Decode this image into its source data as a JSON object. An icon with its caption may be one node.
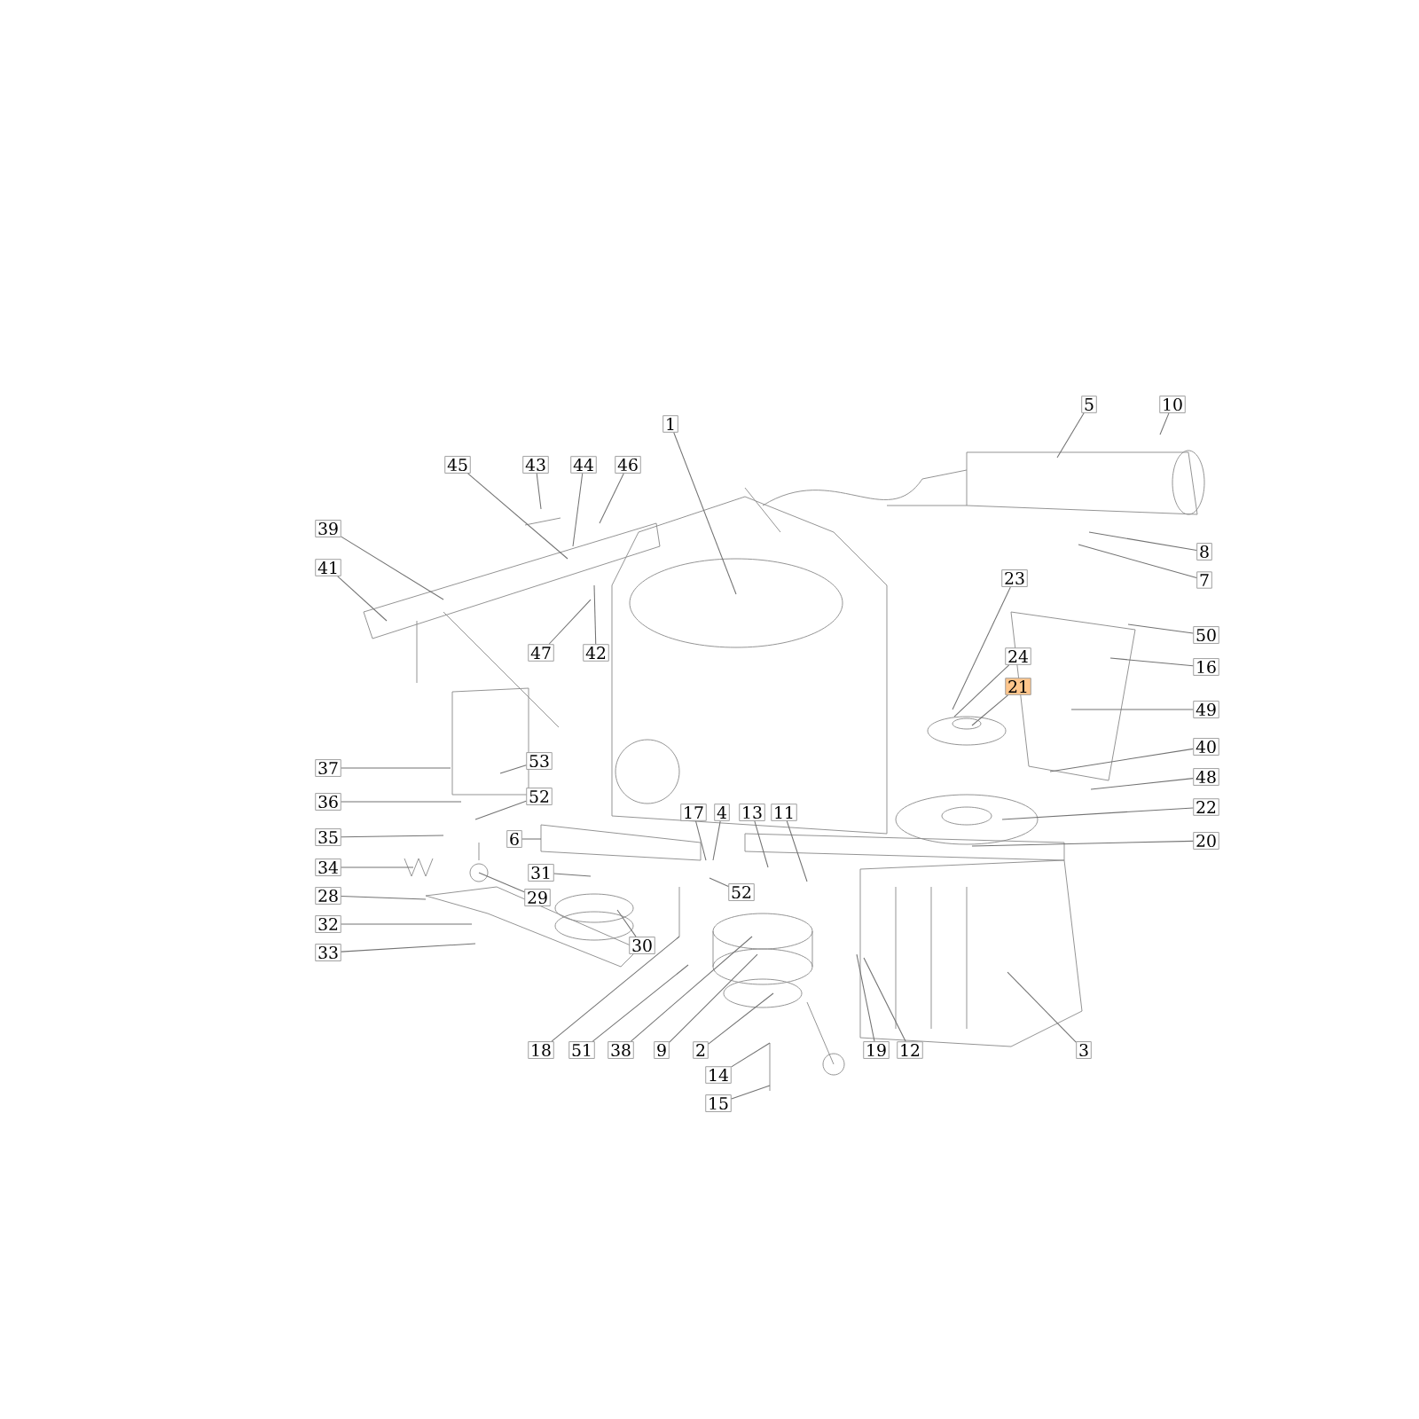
{
  "diagram": {
    "nodes": [
      {
        "text": [
          "1"
        ]
      },
      {
        "text": [
          "5"
        ]
      },
      {
        "text": [
          "10"
        ]
      },
      {
        "text": [
          "45"
        ]
      },
      {
        "text": [
          "43"
        ]
      },
      {
        "text": [
          "44"
        ]
      },
      {
        "text": [
          "46"
        ]
      },
      {
        "text": [
          "39"
        ]
      },
      {
        "text": [
          "8"
        ]
      },
      {
        "text": [
          "41"
        ]
      },
      {
        "text": [
          "7"
        ]
      },
      {
        "text": [
          "23"
        ]
      },
      {
        "text": [
          "50"
        ]
      },
      {
        "text": [
          "47"
        ]
      },
      {
        "text": [
          "42"
        ]
      },
      {
        "text": [
          "24"
        ]
      },
      {
        "text": [
          "16"
        ]
      },
      {
        "text": [
          "21"
        ]
      },
      {
        "text": [
          "49"
        ]
      },
      {
        "text": [
          "40"
        ]
      },
      {
        "text": [
          "53"
        ]
      },
      {
        "text": [
          "37"
        ]
      },
      {
        "text": [
          "48"
        ]
      },
      {
        "text": [
          "52"
        ]
      },
      {
        "text": [
          "36"
        ]
      },
      {
        "text": [
          "22"
        ]
      },
      {
        "text": [
          "17"
        ]
      },
      {
        "text": [
          "4"
        ]
      },
      {
        "text": [
          "13"
        ]
      },
      {
        "text": [
          "11"
        ]
      },
      {
        "text": [
          "35"
        ]
      },
      {
        "text": [
          "6"
        ]
      },
      {
        "text": [
          "20"
        ]
      },
      {
        "text": [
          "34"
        ]
      },
      {
        "text": [
          "31"
        ]
      },
      {
        "text": [
          "52"
        ]
      },
      {
        "text": [
          "28"
        ]
      },
      {
        "text": [
          "29"
        ]
      },
      {
        "text": [
          "32"
        ]
      },
      {
        "text": [
          "30"
        ]
      },
      {
        "text": [
          "33"
        ]
      },
      {
        "text": [
          "18"
        ]
      },
      {
        "text": [
          "51"
        ]
      },
      {
        "text": [
          "38"
        ]
      },
      {
        "text": [
          "9"
        ]
      },
      {
        "text": [
          "2"
        ]
      },
      {
        "text": [
          "19"
        ]
      },
      {
        "text": [
          "12"
        ]
      },
      {
        "text": [
          "3"
        ]
      },
      {
        "text": [
          "14"
        ]
      },
      {
        "text": [
          "15"
        ]
      }
    ],
    "edges": [
      {
        "from": 0,
        "to": null,
        "arrow": "none"
      },
      {
        "from": 1,
        "to": null,
        "arrow": "none"
      },
      {
        "from": 2,
        "to": null,
        "arrow": "none"
      },
      {
        "from": 3,
        "to": null,
        "arrow": "none"
      },
      {
        "from": 4,
        "to": null,
        "arrow": "none"
      },
      {
        "from": 5,
        "to": null,
        "arrow": "none"
      },
      {
        "from": 6,
        "to": null,
        "arrow": "none"
      },
      {
        "from": 7,
        "to": null,
        "arrow": "none"
      },
      {
        "from": 8,
        "to": null,
        "arrow": "none"
      },
      {
        "from": 9,
        "to": null,
        "arrow": "none"
      },
      {
        "from": 10,
        "to": null,
        "arrow": "none"
      },
      {
        "from": 11,
        "to": null,
        "arrow": "none"
      },
      {
        "from": 12,
        "to": null,
        "arrow": "none"
      },
      {
        "from": 13,
        "to": null,
        "arrow": "none"
      },
      {
        "from": 14,
        "to": null,
        "arrow": "none"
      },
      {
        "from": 15,
        "to": null,
        "arrow": "none"
      },
      {
        "from": 16,
        "to": null,
        "arrow": "none"
      },
      {
        "from": 17,
        "to": null,
        "arrow": "none"
      },
      {
        "from": 18,
        "to": null,
        "arrow": "none"
      },
      {
        "from": 19,
        "to": null,
        "arrow": "none"
      },
      {
        "from": 20,
        "to": null,
        "arrow": "none"
      },
      {
        "from": 21,
        "to": null,
        "arrow": "none"
      },
      {
        "from": 22,
        "to": null,
        "arrow": "none"
      },
      {
        "from": 23,
        "to": null,
        "arrow": "none"
      },
      {
        "from": 24,
        "to": null,
        "arrow": "none"
      },
      {
        "from": 25,
        "to": null,
        "arrow": "none"
      },
      {
        "from": 26,
        "to": null,
        "arrow": "none"
      },
      {
        "from": 27,
        "to": null,
        "arrow": "none"
      },
      {
        "from": 28,
        "to": null,
        "arrow": "none"
      },
      {
        "from": 29,
        "to": null,
        "arrow": "none"
      },
      {
        "from": 30,
        "to": null,
        "arrow": "none"
      },
      {
        "from": 31,
        "to": null,
        "arrow": "none"
      },
      {
        "from": 32,
        "to": null,
        "arrow": "none"
      },
      {
        "from": 33,
        "to": null,
        "arrow": "none"
      },
      {
        "from": 34,
        "to": null,
        "arrow": "none"
      },
      {
        "from": 35,
        "to": null,
        "arrow": "none"
      },
      {
        "from": 36,
        "to": null,
        "arrow": "none"
      },
      {
        "from": 37,
        "to": null,
        "arrow": "none"
      },
      {
        "from": 38,
        "to": null,
        "arrow": "none"
      },
      {
        "from": 39,
        "to": null,
        "arrow": "none"
      },
      {
        "from": 40,
        "to": null,
        "arrow": "none"
      },
      {
        "from": 41,
        "to": null,
        "arrow": "none"
      },
      {
        "from": 42,
        "to": null,
        "arrow": "none"
      },
      {
        "from": 43,
        "to": null,
        "arrow": "none"
      },
      {
        "from": 44,
        "to": null,
        "arrow": "none"
      },
      {
        "from": 45,
        "to": null,
        "arrow": "none"
      },
      {
        "from": 46,
        "to": null,
        "arrow": "none"
      },
      {
        "from": 47,
        "to": null,
        "arrow": "none"
      },
      {
        "from": 48,
        "to": null,
        "arrow": "none"
      },
      {
        "from": 49,
        "to": null,
        "arrow": "none"
      },
      {
        "from": 50,
        "to": null,
        "arrow": "none"
      }
    ]
  }
}
